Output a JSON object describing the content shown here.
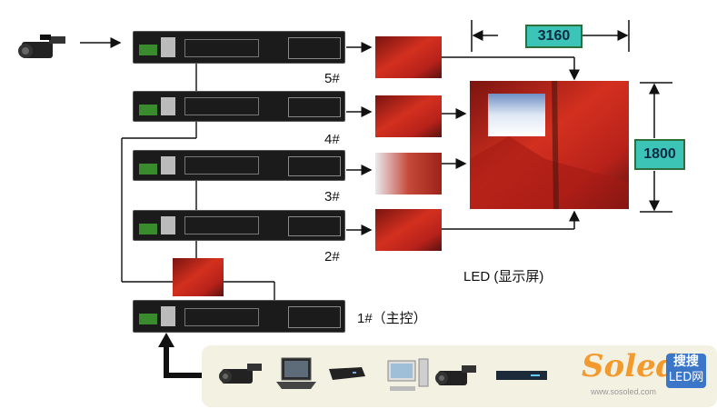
{
  "devices": [
    {
      "label": "5#"
    },
    {
      "label": "4#"
    },
    {
      "label": "3#"
    },
    {
      "label": "2#"
    },
    {
      "label": "1#（主控）"
    }
  ],
  "screen": {
    "label": "LED (显示屏)",
    "width": "3160",
    "height": "1800"
  },
  "sources": [
    "camcorder-icon",
    "laptop-icon",
    "set-top-box-icon",
    "desktop-pc-icon",
    "camcorder-icon",
    "dvd-player-icon"
  ],
  "watermark": {
    "brand": "Soled",
    "brand_cn": "搜搜",
    "brand_sub": "LED网",
    "url": "www.sosoled.com"
  },
  "colors": {
    "device": "#1b1b1b",
    "dim_fill": "#3cc4b6",
    "dim_border": "#2f6e3b",
    "arrow": "#111111",
    "brand_orange": "#f29a2e",
    "brand_blue": "#3b76c9"
  }
}
